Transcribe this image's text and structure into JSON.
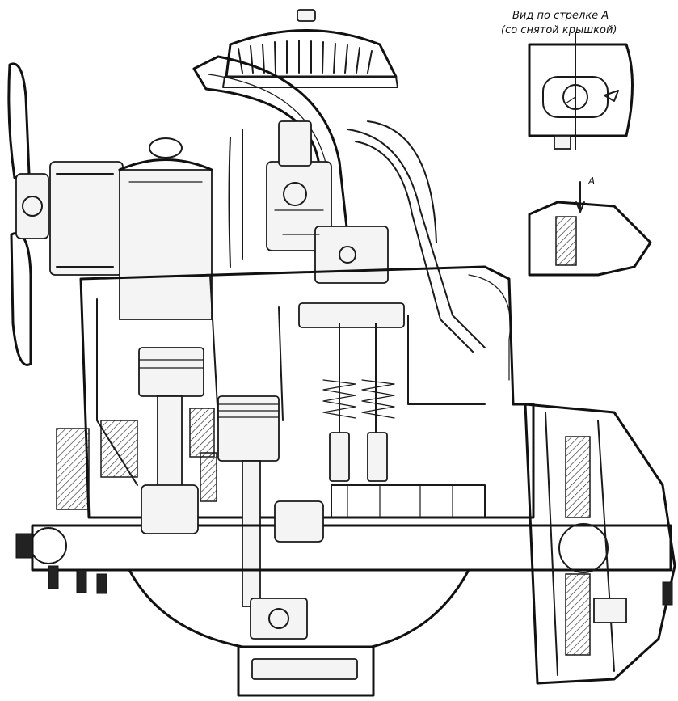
{
  "annotations": {
    "view_title": "Вид по стрелке А",
    "view_subtitle": "(со снятой крышкой)",
    "arrow_marker": "А"
  },
  "colors": {
    "ink": "#1a1a1a",
    "paper": "#ffffff"
  }
}
